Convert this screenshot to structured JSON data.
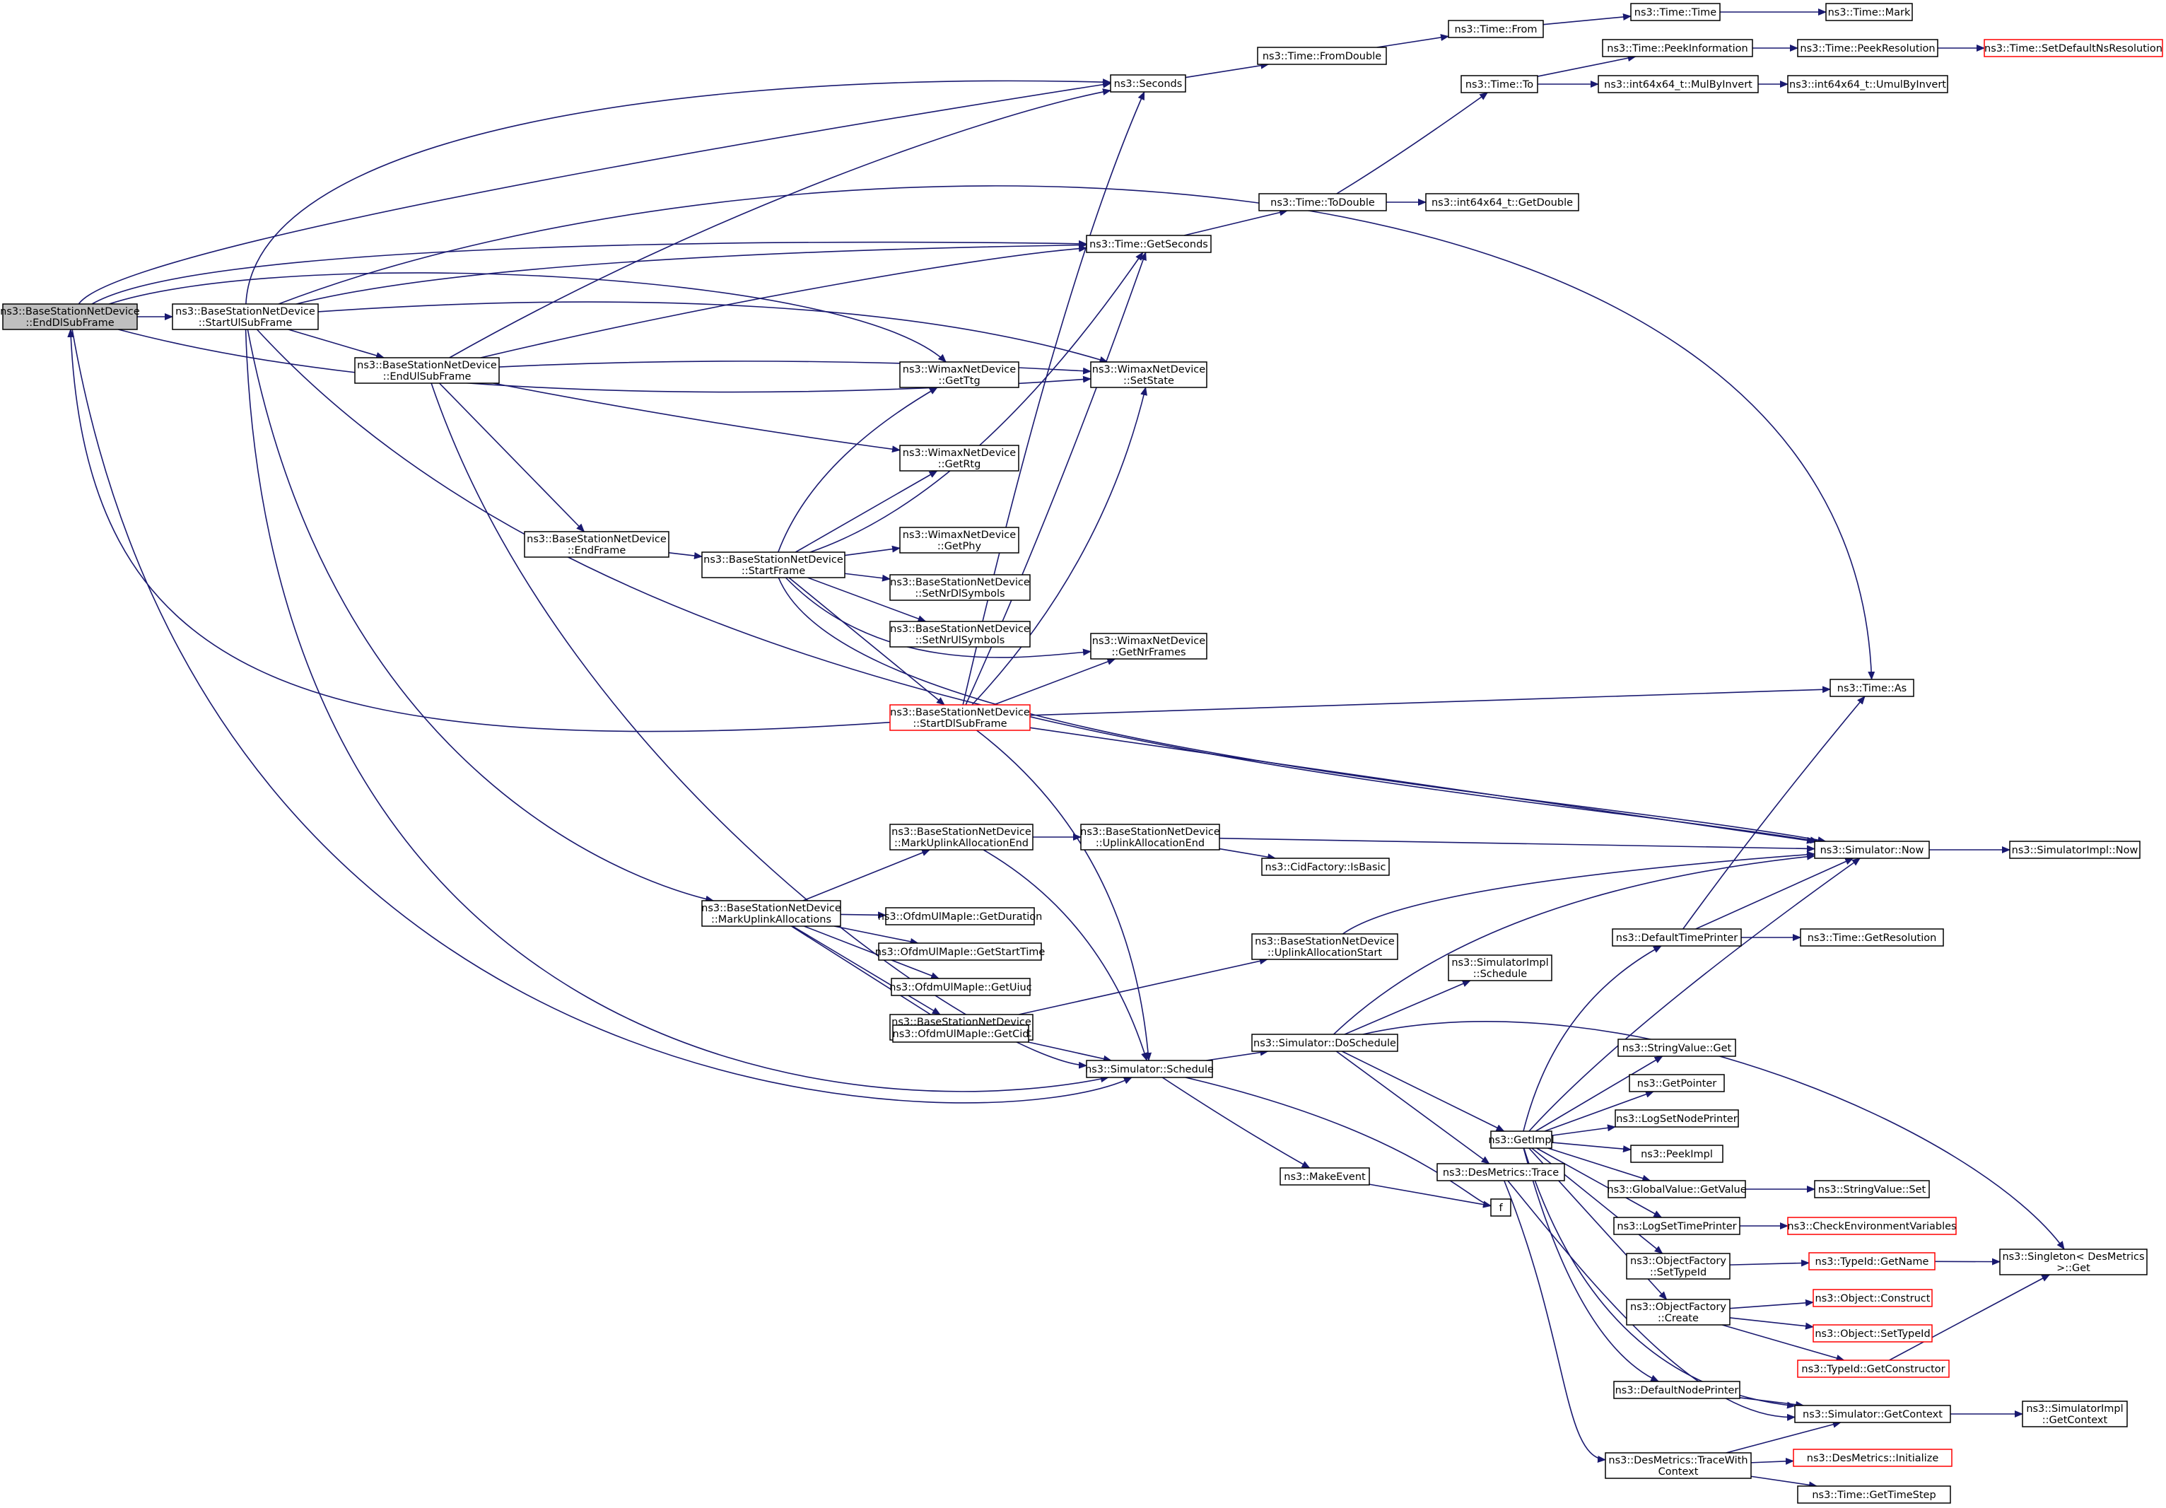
{
  "colors": {
    "edge": "#191970",
    "node_border": "#000000",
    "truncated_border": "#ff0000",
    "root_fill": "#bfbfbf",
    "node_fill": "#ffffff"
  },
  "nodes": [
    {
      "id": "root",
      "lines": [
        "ns3::BaseStationNetDevice",
        "::EndDlSubFrame"
      ],
      "root": true
    },
    {
      "id": "startul",
      "lines": [
        "ns3::BaseStationNetDevice",
        "::StartUlSubFrame"
      ]
    },
    {
      "id": "endul",
      "lines": [
        "ns3::BaseStationNetDevice",
        "::EndUlSubFrame"
      ]
    },
    {
      "id": "endframe",
      "lines": [
        "ns3::BaseStationNetDevice",
        "::EndFrame"
      ]
    },
    {
      "id": "startframe",
      "lines": [
        "ns3::BaseStationNetDevice",
        "::StartFrame"
      ]
    },
    {
      "id": "markul",
      "lines": [
        "ns3::BaseStationNetDevice",
        "::MarkUplinkAllocations"
      ]
    },
    {
      "id": "seconds",
      "lines": [
        "ns3::Seconds"
      ]
    },
    {
      "id": "getseconds",
      "lines": [
        "ns3::Time::GetSeconds"
      ]
    },
    {
      "id": "getttg",
      "lines": [
        "ns3::WimaxNetDevice",
        "::GetTtg"
      ]
    },
    {
      "id": "setstate",
      "lines": [
        "ns3::WimaxNetDevice",
        "::SetState"
      ]
    },
    {
      "id": "getrtg",
      "lines": [
        "ns3::WimaxNetDevice",
        "::GetRtg"
      ]
    },
    {
      "id": "getphy",
      "lines": [
        "ns3::WimaxNetDevice",
        "::GetPhy"
      ]
    },
    {
      "id": "setnrdl",
      "lines": [
        "ns3::BaseStationNetDevice",
        "::SetNrDlSymbols"
      ]
    },
    {
      "id": "setnrul",
      "lines": [
        "ns3::BaseStationNetDevice",
        "::SetNrUlSymbols"
      ]
    },
    {
      "id": "getnrframes",
      "lines": [
        "ns3::WimaxNetDevice",
        "::GetNrFrames"
      ]
    },
    {
      "id": "startdl",
      "lines": [
        "ns3::BaseStationNetDevice",
        "::StartDlSubFrame"
      ],
      "truncated": true
    },
    {
      "id": "markulend",
      "lines": [
        "ns3::BaseStationNetDevice",
        "::MarkUplinkAllocationEnd"
      ]
    },
    {
      "id": "getduration",
      "lines": [
        "ns3::OfdmUlMapIe::GetDuration"
      ]
    },
    {
      "id": "getstarttime",
      "lines": [
        "ns3::OfdmUlMapIe::GetStartTime"
      ]
    },
    {
      "id": "getuiuc",
      "lines": [
        "ns3::OfdmUlMapIe::GetUiuc"
      ]
    },
    {
      "id": "markulstart",
      "lines": [
        "ns3::BaseStationNetDevice",
        "::MarkUplinkAllocationStart"
      ]
    },
    {
      "id": "getcid",
      "lines": [
        "ns3::OfdmUlMapIe::GetCid"
      ]
    },
    {
      "id": "schedule",
      "lines": [
        "ns3::Simulator::Schedule"
      ]
    },
    {
      "id": "fromdouble",
      "lines": [
        "ns3::Time::FromDouble"
      ]
    },
    {
      "id": "from",
      "lines": [
        "ns3::Time::From"
      ]
    },
    {
      "id": "timetime",
      "lines": [
        "ns3::Time::Time"
      ]
    },
    {
      "id": "mark",
      "lines": [
        "ns3::Time::Mark"
      ]
    },
    {
      "id": "timeto",
      "lines": [
        "ns3::Time::To"
      ]
    },
    {
      "id": "peekinfo",
      "lines": [
        "ns3::Time::PeekInformation"
      ]
    },
    {
      "id": "peekres",
      "lines": [
        "ns3::Time::PeekResolution"
      ]
    },
    {
      "id": "setdefres",
      "lines": [
        "ns3::Time::SetDefaultNsResolution"
      ],
      "truncated": true
    },
    {
      "id": "mulbyinv",
      "lines": [
        "ns3::int64x64_t::MulByInvert"
      ]
    },
    {
      "id": "umulbyinv",
      "lines": [
        "ns3::int64x64_t::UmulByInvert"
      ]
    },
    {
      "id": "todouble",
      "lines": [
        "ns3::Time::ToDouble"
      ]
    },
    {
      "id": "getdouble",
      "lines": [
        "ns3::int64x64_t::GetDouble"
      ]
    },
    {
      "id": "as",
      "lines": [
        "ns3::Time::As"
      ]
    },
    {
      "id": "ulallocend",
      "lines": [
        "ns3::BaseStationNetDevice",
        "::UplinkAllocationEnd"
      ]
    },
    {
      "id": "isbasic",
      "lines": [
        "ns3::CidFactory::IsBasic"
      ]
    },
    {
      "id": "ulallocstart",
      "lines": [
        "ns3::BaseStationNetDevice",
        "::UplinkAllocationStart"
      ]
    },
    {
      "id": "simnow",
      "lines": [
        "ns3::Simulator::Now"
      ]
    },
    {
      "id": "simimplnow",
      "lines": [
        "ns3::SimulatorImpl::Now"
      ]
    },
    {
      "id": "simimplsched",
      "lines": [
        "ns3::SimulatorImpl",
        "::Schedule"
      ]
    },
    {
      "id": "doschedule",
      "lines": [
        "ns3::Simulator::DoSchedule"
      ]
    },
    {
      "id": "makeevent",
      "lines": [
        "ns3::MakeEvent"
      ]
    },
    {
      "id": "f",
      "lines": [
        "f"
      ]
    },
    {
      "id": "defaulttimeprinter",
      "lines": [
        "ns3::DefaultTimePrinter"
      ]
    },
    {
      "id": "getresolution",
      "lines": [
        "ns3::Time::GetResolution"
      ]
    },
    {
      "id": "getimpl",
      "lines": [
        "ns3::GetImpl"
      ]
    },
    {
      "id": "desmetricstrace",
      "lines": [
        "ns3::DesMetrics::Trace"
      ]
    },
    {
      "id": "stringvalueget",
      "lines": [
        "ns3::StringValue::Get"
      ]
    },
    {
      "id": "getpointer",
      "lines": [
        "ns3::GetPointer"
      ]
    },
    {
      "id": "logsetnodeprinter",
      "lines": [
        "ns3::LogSetNodePrinter"
      ]
    },
    {
      "id": "peekimpl",
      "lines": [
        "ns3::PeekImpl"
      ]
    },
    {
      "id": "globalvalueget",
      "lines": [
        "ns3::GlobalValue::GetValue"
      ]
    },
    {
      "id": "stringvalueset",
      "lines": [
        "ns3::StringValue::Set"
      ]
    },
    {
      "id": "logsettimeprinter",
      "lines": [
        "ns3::LogSetTimePrinter"
      ]
    },
    {
      "id": "checkenv",
      "lines": [
        "ns3::CheckEnvironmentVariables"
      ],
      "truncated": true
    },
    {
      "id": "setypeid",
      "lines": [
        "ns3::ObjectFactory",
        "::SetTypeId"
      ]
    },
    {
      "id": "typeidgetname",
      "lines": [
        "ns3::TypeId::GetName"
      ],
      "truncated": true
    },
    {
      "id": "singletonget",
      "lines": [
        "ns3::Singleton< DesMetrics",
        " >::Get"
      ]
    },
    {
      "id": "ofcreate",
      "lines": [
        "ns3::ObjectFactory",
        "::Create"
      ]
    },
    {
      "id": "objconstruct",
      "lines": [
        "ns3::Object::Construct"
      ],
      "truncated": true
    },
    {
      "id": "objsettypeid",
      "lines": [
        "ns3::Object::SetTypeId"
      ],
      "truncated": true
    },
    {
      "id": "getconstructor",
      "lines": [
        "ns3::TypeId::GetConstructor"
      ],
      "truncated": true
    },
    {
      "id": "defaultnodeprinter",
      "lines": [
        "ns3::DefaultNodePrinter"
      ]
    },
    {
      "id": "simgetcontext",
      "lines": [
        "ns3::Simulator::GetContext"
      ]
    },
    {
      "id": "simimplgetcontext",
      "lines": [
        "ns3::SimulatorImpl",
        "::GetContext"
      ]
    },
    {
      "id": "tracewithcontext",
      "lines": [
        "ns3::DesMetrics::TraceWith",
        "Context"
      ]
    },
    {
      "id": "desinit",
      "lines": [
        "ns3::DesMetrics::Initialize"
      ],
      "truncated": true
    },
    {
      "id": "gettimestep",
      "lines": [
        "ns3::Time::GetTimeStep"
      ]
    }
  ]
}
